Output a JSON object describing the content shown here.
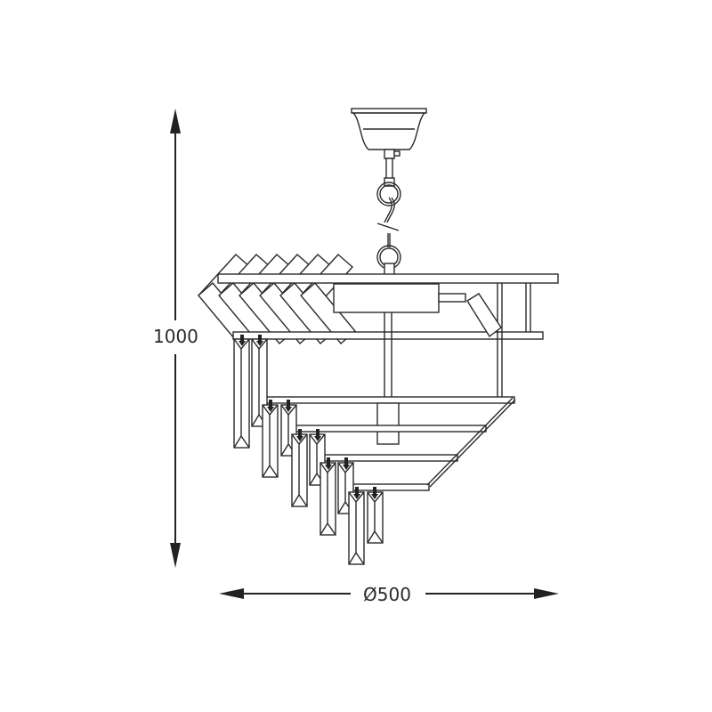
{
  "drawing": {
    "title": "Chandelier dimension drawing",
    "subject": "Tiered crystal pendant chandelier with herringbone top and ceiling canopy",
    "colors": {
      "line": "#2a2a2a",
      "background": "#ffffff"
    }
  },
  "dimensions": {
    "height": {
      "label": "1000",
      "unit": "mm"
    },
    "width": {
      "label": "Ø500",
      "unit": "mm"
    }
  },
  "components": [
    "ceiling-canopy",
    "chain",
    "herringbone-top",
    "top-frame",
    "spot-light",
    "tier-rings",
    "crystal-prisms"
  ]
}
